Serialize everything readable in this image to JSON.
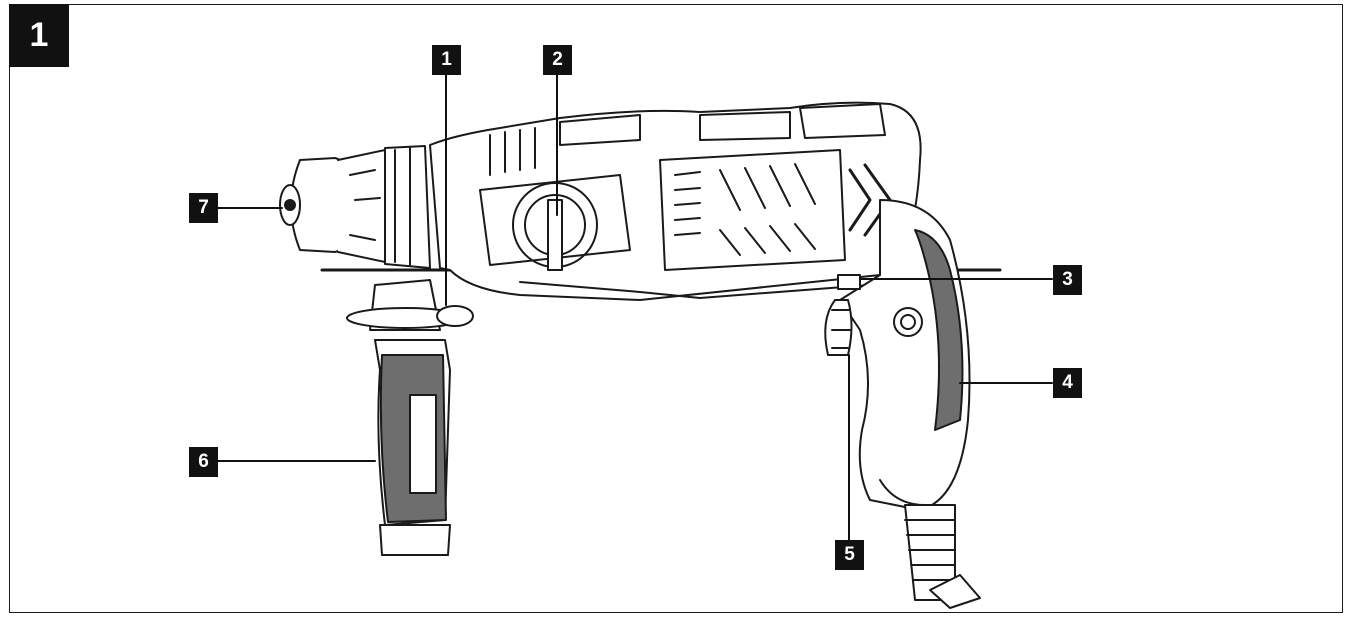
{
  "figure": {
    "number": "1"
  },
  "callouts": [
    {
      "id": "1"
    },
    {
      "id": "2"
    },
    {
      "id": "3"
    },
    {
      "id": "4"
    },
    {
      "id": "5"
    },
    {
      "id": "6"
    },
    {
      "id": "7"
    }
  ],
  "colors": {
    "line": "#1a1a1a",
    "grip": "#6e6e6e",
    "label_bg": "#111111",
    "label_text": "#ffffff"
  },
  "icons": [
    "rotary-hammer-drill-icon"
  ]
}
